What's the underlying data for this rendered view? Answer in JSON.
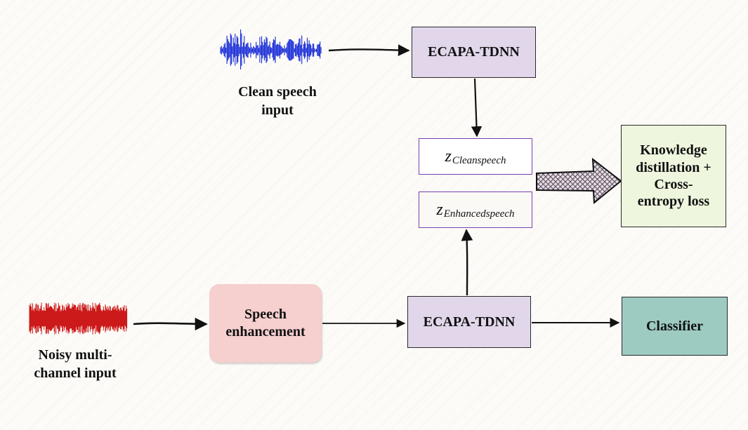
{
  "colors": {
    "ecapa_fill": "#e2d7ea",
    "speech_enhancement_fill": "#f6cfcf",
    "loss_box_fill": "#eef6de",
    "classifier_fill": "#9dcbc2",
    "embedding_border": "#7a3fb0",
    "clean_wave": "#1428d6",
    "noisy_wave": "#cc1a1a"
  },
  "inputs": {
    "clean_label": [
      "Clean speech",
      "input"
    ],
    "noisy_label": [
      "Noisy multi-",
      "channel input"
    ]
  },
  "blocks": {
    "ecapa_top": "ECAPA-TDNN",
    "ecapa_bottom": "ECAPA-TDNN",
    "speech_enhancement": [
      "Speech",
      "enhancement"
    ],
    "loss": [
      "Knowledge",
      "distillation +",
      "Cross-",
      "entropy loss"
    ],
    "classifier": "Classifier"
  },
  "embeddings": {
    "clean": {
      "symbol": "z",
      "subscript": "Cleanspeech"
    },
    "enhanced": {
      "symbol": "z",
      "subscript": "Enhancedspeech"
    }
  }
}
